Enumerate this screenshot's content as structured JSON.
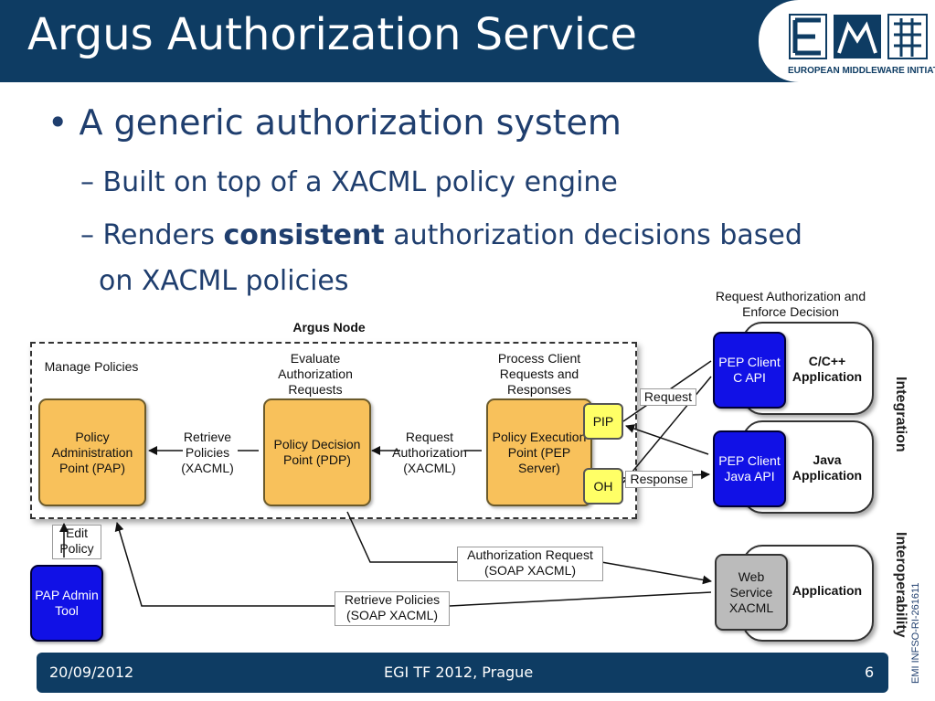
{
  "slide": {
    "title": "Argus Authorization Service",
    "logo_caption": "EUROPEAN MIDDLEWARE INITIATIVE",
    "bullets": {
      "main": "A generic authorization system",
      "sub1": "Built on top of a XACML policy engine",
      "sub2_pre": "Renders ",
      "sub2_bold": "consistent",
      "sub2_post": " authorization decisions based",
      "sub2_line2": "on XACML policies"
    },
    "side_id": "EMI INFSO-RI-261611"
  },
  "diagram": {
    "node_title": "Argus Node",
    "manage_policies": "Manage Policies",
    "evaluate_requests": "Evaluate Authorization Requests",
    "process_requests": "Process Client Requests and Responses",
    "pap": "Policy Administration Point (PAP)",
    "pdp": "Policy Decision Point (PDP)",
    "pep": "Policy Execution Point (PEP Server)",
    "pip": "PIP",
    "oh": "OH",
    "retrieve_policies": "Retrieve Policies (XACML)",
    "request_authorization": "Request Authorization (XACML)",
    "request": "Request",
    "response": "Response",
    "enforce_label": "Request Authorization and Enforce Decision",
    "pep_c": "PEP Client C API",
    "c_app": "C/C++ Application",
    "pep_java": "PEP Client Java API",
    "java_app": "Java Application",
    "integration": "Integration",
    "interoperability": "Interoperability",
    "web_service": "Web Service XACML",
    "application": "Application",
    "edit_policy": "Edit Policy",
    "pap_tool": "PAP Admin Tool",
    "soap_authz": "Authorization Request (SOAP XACML)",
    "soap_retrieve": "Retrieve Policies (SOAP XACML)"
  },
  "footer": {
    "date": "20/09/2012",
    "event": "EGI TF 2012, Prague",
    "page": "6"
  },
  "colors": {
    "title_bar": "#0e3c63",
    "bullet_text": "#1f3e6e",
    "orange_box": "#f8c15b",
    "yellow_box": "#ffff66",
    "blue_box": "#1111e6",
    "gray_box": "#bbbbbb"
  }
}
